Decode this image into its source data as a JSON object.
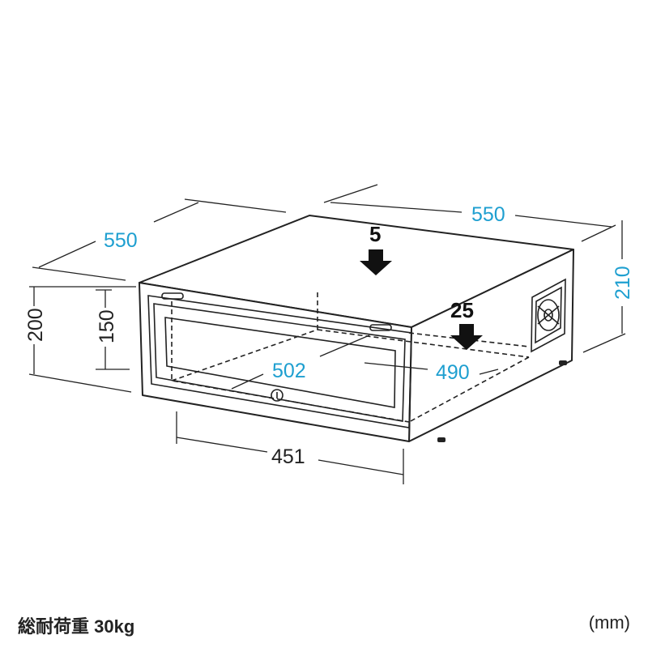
{
  "diagram": {
    "dimensions": {
      "top_depth": "550",
      "top_width": "550",
      "height_right": "210",
      "height_left_outer": "200",
      "height_left_inner": "150",
      "inner_depth": "502",
      "inner_width": "490",
      "bottom_width": "451"
    },
    "loads": {
      "top_load": "5",
      "inner_load": "25"
    },
    "colors": {
      "dimension_text": "#1e9fd0",
      "line": "#222222",
      "arrow": "#111111"
    }
  },
  "footer": {
    "total_load": "総耐荷重 30kg",
    "unit": "(mm)"
  }
}
